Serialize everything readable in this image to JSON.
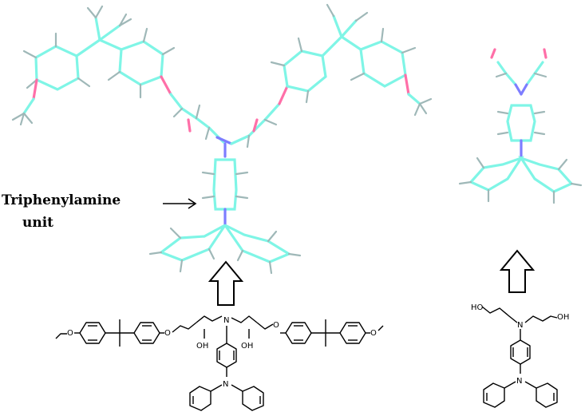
{
  "annotation": {
    "line1": "Triphenylamine",
    "line2": "unit"
  },
  "atoms": {
    "oh": "OH",
    "ho": "HO",
    "n": "N",
    "o": "O"
  },
  "colors": {
    "carbon": "#7ff5e6",
    "hydrogen": "#9fb8b8",
    "oxygen": "#ff6fa8",
    "nitrogen": "#7d7dff"
  }
}
